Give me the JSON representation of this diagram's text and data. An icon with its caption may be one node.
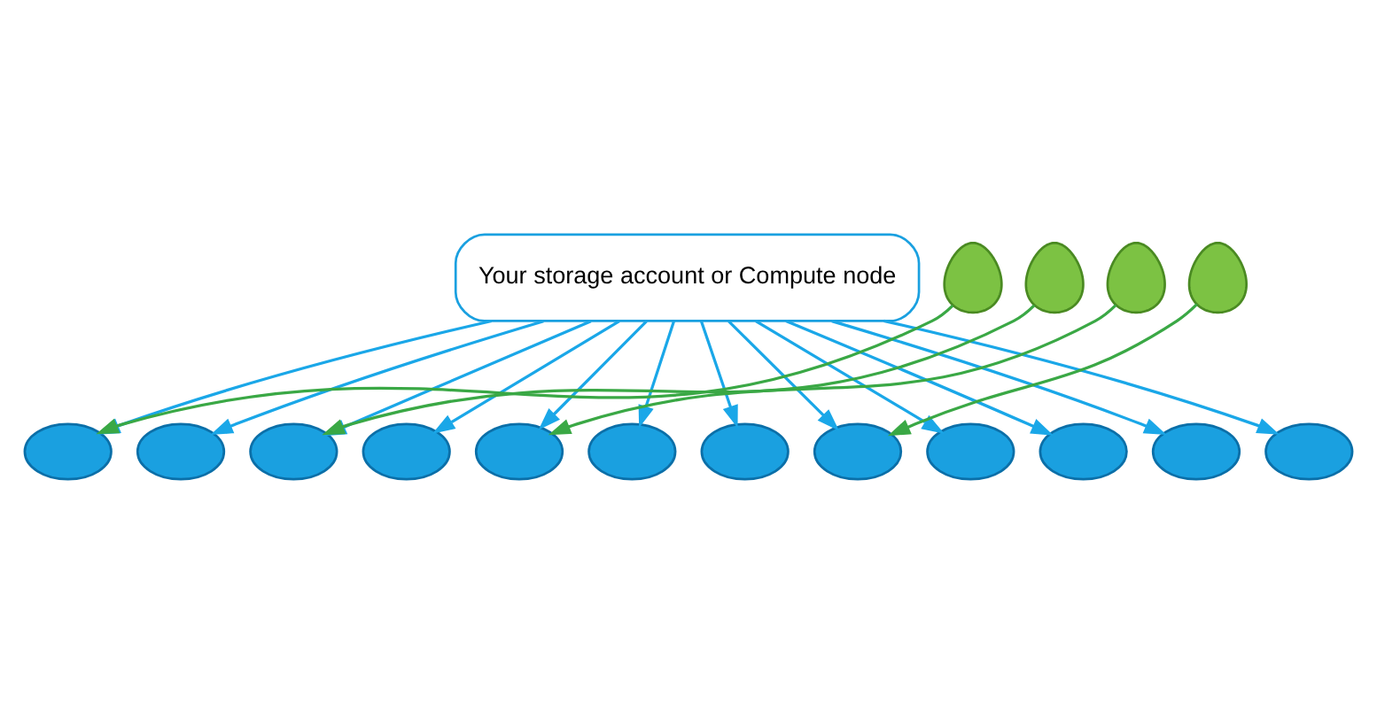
{
  "diagram": {
    "nodes": [
      {
        "text": [
          "Your storage account or Compute node"
        ]
      },
      {
        "text": [],
        "shape": "cloud"
      },
      {
        "text": [],
        "shape": "cloud"
      },
      {
        "text": [],
        "shape": "cloud"
      },
      {
        "text": [],
        "shape": "cloud"
      },
      {
        "text": [],
        "shape": "cloud"
      },
      {
        "text": [],
        "shape": "cloud"
      },
      {
        "text": [],
        "shape": "cloud"
      },
      {
        "text": [],
        "shape": "cloud"
      },
      {
        "text": [],
        "shape": "cloud"
      },
      {
        "text": [],
        "shape": "cloud"
      },
      {
        "text": [],
        "shape": "cloud"
      },
      {
        "text": [],
        "shape": "cloud"
      },
      {
        "text": [],
        "shape": "person"
      },
      {
        "text": [],
        "shape": "person"
      },
      {
        "text": [],
        "shape": "person"
      },
      {
        "text": [],
        "shape": "person"
      }
    ],
    "edges": [
      {
        "from": 0,
        "to": 1,
        "arrow": "to"
      },
      {
        "from": 0,
        "to": 2,
        "arrow": "to"
      },
      {
        "from": 0,
        "to": 3,
        "arrow": "to"
      },
      {
        "from": 0,
        "to": 4,
        "arrow": "to"
      },
      {
        "from": 0,
        "to": 5,
        "arrow": "to"
      },
      {
        "from": 0,
        "to": 6,
        "arrow": "to"
      },
      {
        "from": 0,
        "to": 7,
        "arrow": "to"
      },
      {
        "from": 0,
        "to": 8,
        "arrow": "to"
      },
      {
        "from": 0,
        "to": 9,
        "arrow": "to"
      },
      {
        "from": 0,
        "to": 10,
        "arrow": "to"
      },
      {
        "from": 0,
        "to": 11,
        "arrow": "to"
      },
      {
        "from": 0,
        "to": 12,
        "arrow": "to"
      },
      {
        "from": 13,
        "to": 1,
        "arrow": "to",
        "color": "#3aa845"
      },
      {
        "from": 14,
        "to": 3,
        "arrow": "to",
        "color": "#3aa845"
      },
      {
        "from": 15,
        "to": 5,
        "arrow": "to",
        "color": "#3aa845"
      },
      {
        "from": 16,
        "to": 8,
        "arrow": "to",
        "color": "#3aa845"
      }
    ]
  }
}
